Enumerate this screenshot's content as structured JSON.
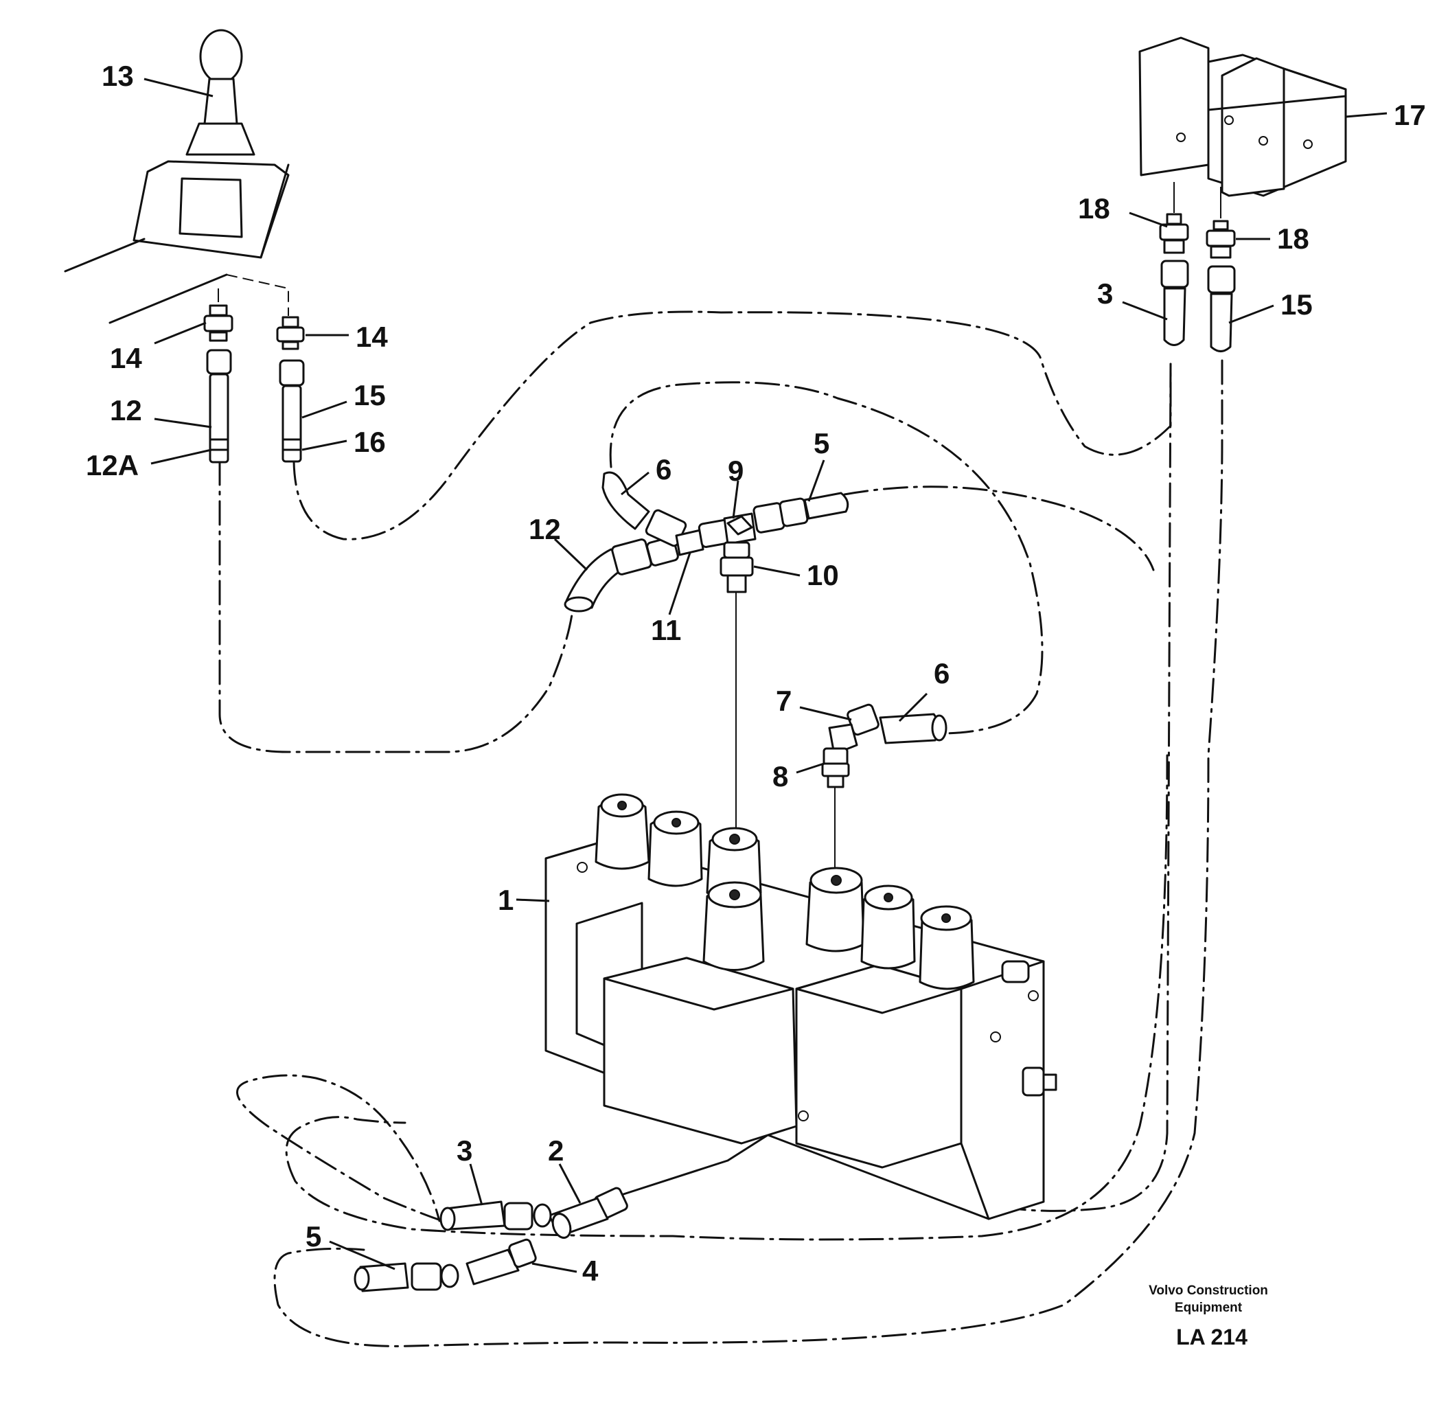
{
  "labels": {
    "l13": "13",
    "l14a": "14",
    "l14b": "14",
    "l12": "12",
    "l12a": "12A",
    "l15a": "15",
    "l16": "16",
    "l6a": "6",
    "l9": "9",
    "l5a": "5",
    "l12b": "12",
    "l10": "10",
    "l11": "11",
    "l7": "7",
    "l6b": "6",
    "l8": "8",
    "l1": "1",
    "l3a": "3",
    "l2": "2",
    "l5b": "5",
    "l4": "4",
    "l17": "17",
    "l18a": "18",
    "l18b": "18",
    "l3b": "3",
    "l15b": "15"
  },
  "caption": {
    "line1": "Volvo Construction",
    "line2": "Equipment",
    "code": "LA 214"
  }
}
